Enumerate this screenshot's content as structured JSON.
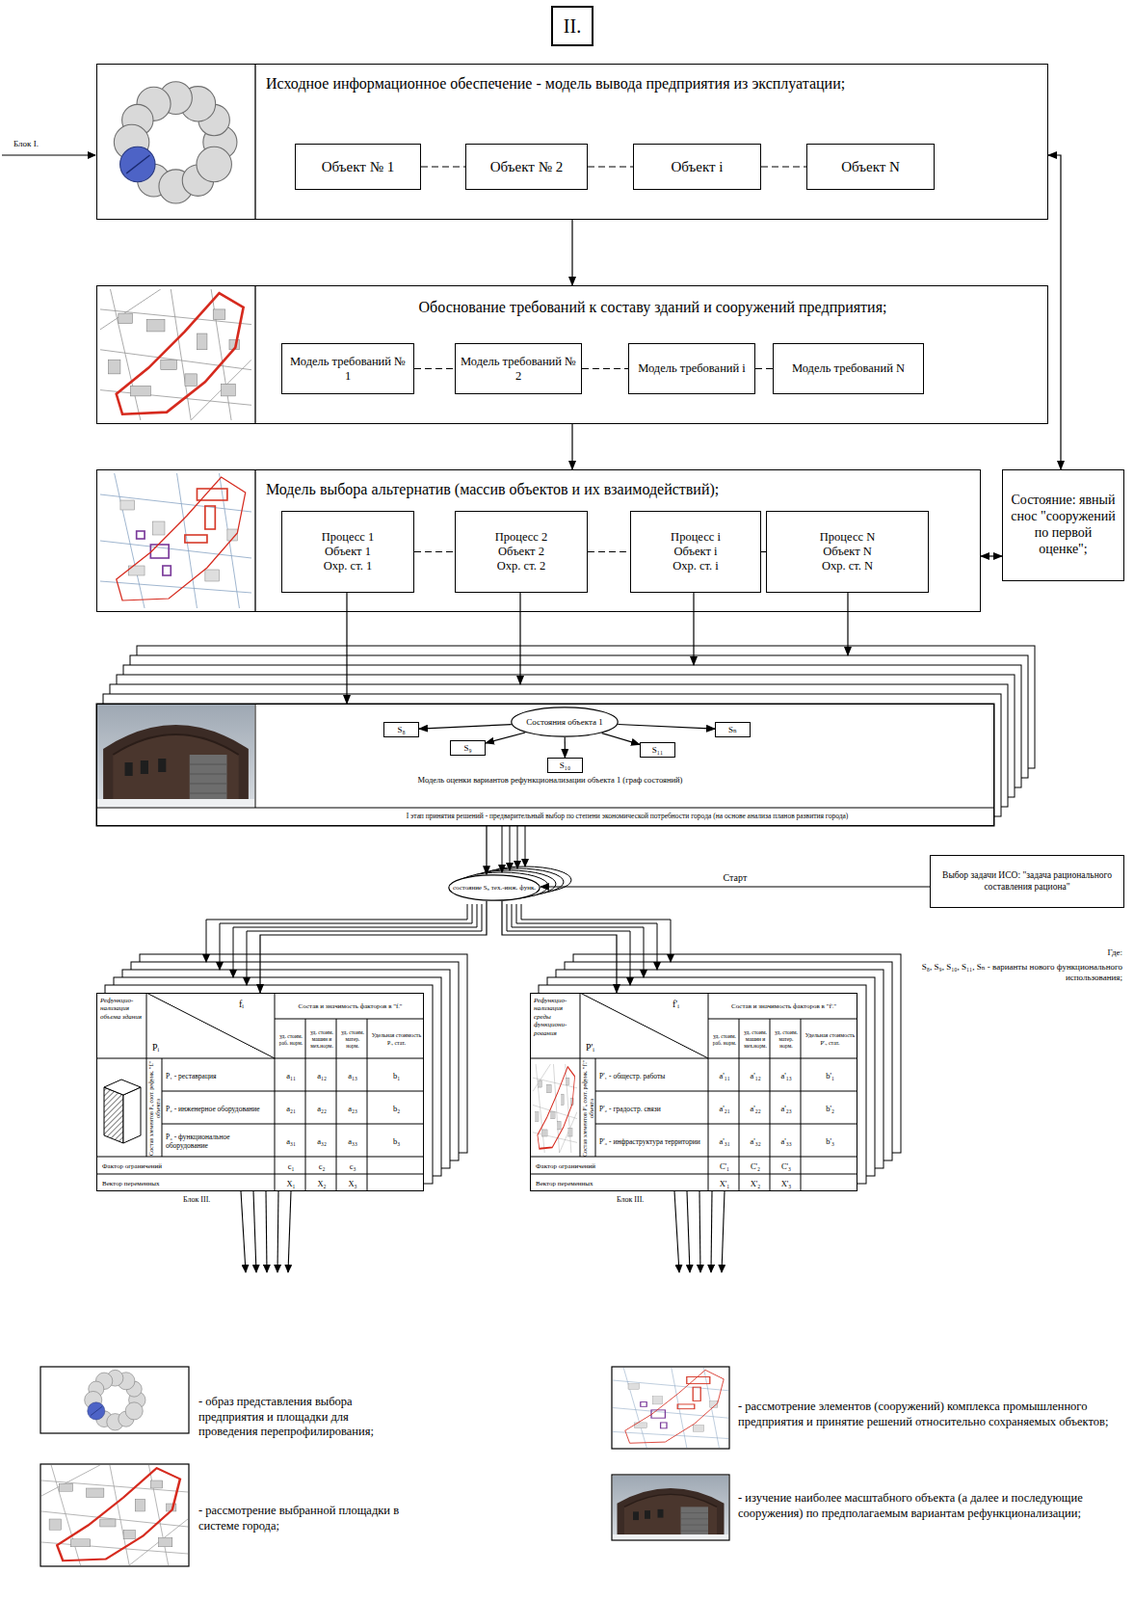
{
  "diagram": {
    "nodes": [
      {
        "text": [
          "II."
        ]
      },
      {
        "text": [
          "Исходное информационное обеспечение - модель вывода предприятия из эксплуатации;"
        ]
      },
      {
        "text": [
          "Объект № 1"
        ],
        "in": 1
      },
      {
        "text": [
          "Объект № 2"
        ],
        "in": 1
      },
      {
        "text": [
          "Объект i"
        ],
        "in": 1
      },
      {
        "text": [
          "Объект N"
        ],
        "in": 1
      },
      {
        "text": [
          "Обоснование требований к составу зданий и сооружений предприятия;"
        ]
      },
      {
        "text": [
          "Модель требований № 1"
        ],
        "in": 6
      },
      {
        "text": [
          "Модель требований № 2"
        ],
        "in": 6
      },
      {
        "text": [
          "Модель требований i"
        ],
        "in": 6
      },
      {
        "text": [
          "Модель требований N"
        ],
        "in": 6
      },
      {
        "text": [
          "Модель выбора альтернатив (массив объектов и их взаимодействий);"
        ]
      },
      {
        "text": [
          "Процесс 1",
          "Объект 1",
          "Охр. ст. 1"
        ],
        "in": 11
      },
      {
        "text": [
          "Процесс 2",
          "Объект 2",
          "Охр. ст. 2"
        ],
        "in": 11
      },
      {
        "text": [
          "Процесс i",
          "Объект i",
          "Охр. ст. i"
        ],
        "in": 11
      },
      {
        "text": [
          "Процесс N",
          "Объект N",
          "Охр. ст. N"
        ],
        "in": 11
      },
      {
        "text": [
          "Состояние: явный снос \"сооружений по первой оценке\";"
        ]
      },
      {
        "text": [
          "Модель оценки вариантов рефункционализации объекта 1 (граф состояний)",
          "I этап принятия решений - предварительный выбор по степени экономической потребности города (на основе анализа планов развития города)"
        ]
      },
      {
        "text": [
          "Состояния объекта 1"
        ],
        "in": 17
      },
      {
        "text": [
          "S₈"
        ],
        "in": 17
      },
      {
        "text": [
          "S₉"
        ],
        "in": 17
      },
      {
        "text": [
          "S₁₀"
        ],
        "in": 17
      },
      {
        "text": [
          "S₁₁"
        ],
        "in": 17
      },
      {
        "text": [
          "Sₙ"
        ],
        "in": 17
      },
      {
        "text": [
          "состояние S₈ тех.-инж. функ."
        ]
      },
      {
        "text": [
          "Выбор задачи ИСО: \"задача рационального составления рациона\""
        ]
      },
      {
        "text": [
          "Рефункцио- нализация объема здания"
        ]
      },
      {
        "text": [
          "Рефункцио- нализация среды функциони- рования"
        ]
      }
    ],
    "edges": [
      {
        "from": 1,
        "to": 6,
        "arrow": "to"
      },
      {
        "from": 6,
        "to": 11,
        "arrow": "to"
      },
      {
        "from": 11,
        "to": 16,
        "arrow": "both"
      },
      {
        "from": 16,
        "to": 1,
        "arrow": "both"
      },
      {
        "from": 2,
        "to": 3,
        "arrow": "none"
      },
      {
        "from": 3,
        "to": 4,
        "arrow": "none"
      },
      {
        "from": 4,
        "to": 5,
        "arrow": "none"
      },
      {
        "from": 7,
        "to": 8,
        "arrow": "none"
      },
      {
        "from": 8,
        "to": 9,
        "arrow": "none"
      },
      {
        "from": 9,
        "to": 10,
        "arrow": "none"
      },
      {
        "from": 12,
        "to": 13,
        "arrow": "none"
      },
      {
        "from": 13,
        "to": 14,
        "arrow": "none"
      },
      {
        "from": 14,
        "to": 15,
        "arrow": "none"
      },
      {
        "from": 12,
        "to": 17,
        "arrow": "to"
      },
      {
        "from": 13,
        "to": 17,
        "arrow": "to"
      },
      {
        "from": 14,
        "to": 17,
        "arrow": "to"
      },
      {
        "from": 15,
        "to": 17,
        "arrow": "to"
      },
      {
        "from": 18,
        "to": 19,
        "arrow": "to"
      },
      {
        "from": 18,
        "to": 20,
        "arrow": "to"
      },
      {
        "from": 18,
        "to": 21,
        "arrow": "to"
      },
      {
        "from": 18,
        "to": 22,
        "arrow": "to"
      },
      {
        "from": 18,
        "to": 23,
        "arrow": "to"
      },
      {
        "from": 17,
        "to": 24,
        "arrow": "to"
      },
      {
        "from": 25,
        "to": 24,
        "label": "Старт",
        "arrow": "to"
      },
      {
        "from": 24,
        "to": 26,
        "arrow": "to"
      },
      {
        "from": 24,
        "to": 27,
        "arrow": "to"
      }
    ],
    "labels": [
      "Блок I.",
      "Где:",
      "S₈, S₉, S₁₀, S₁₁, Sₙ - варианты нового функционального использования;",
      "Блок III.",
      "Блок III.",
      "fᵢ",
      "Pᵢ",
      "Состав и значимость факторов в \"fᵢ\"",
      "уд. стоим. раб. норм.",
      "уд. стоим. машин и мех.норм.",
      "уд. стоим. матер. норм.",
      "Удельная стоимость Pᵢ, стат.",
      "Состав элементов Pᵢ, соот. рефунк. \"fᵢ\" объекта",
      "P₁ - реставрация",
      "a₁₁",
      "a₁₂",
      "a₁₃",
      "b₁",
      "P₂ - инженерное оборудование",
      "a₂₁",
      "a₂₂",
      "a₂₃",
      "b₂",
      "P₃ - функциональное оборудование",
      "a₃₁",
      "a₃₂",
      "a₃₃",
      "b₃",
      "Фактор ограничений",
      "c₁",
      "c₂",
      "c₃",
      "Вектор переменных",
      "X₁",
      "X₂",
      "X₃",
      "f'ᵢ",
      "P'ᵢ",
      "Состав и значимость факторов в \"f'ᵢ\"",
      "уд. стоим. раб. норм.",
      "уд. стоим. машин и мех.норм.",
      "уд. стоим. матер. норм.",
      "Удельная стоимость P'ᵢ, стат.",
      "Состав элементов P'ᵢ, соот. рефунк. \"f'ᵢ\" объекта",
      "P'₁ - общестр. работы",
      "a'₁₁",
      "a'₁₂",
      "a'₁₃",
      "b'₁",
      "P'₂ - градостр. связи",
      "a'₂₁",
      "a'₂₂",
      "a'₂₃",
      "b'₂",
      "P'₃ - инфраструктура территории",
      "a'₃₁",
      "a'₃₂",
      "a'₃₃",
      "b'₃",
      "Фактор ограничений",
      "C'₁",
      "C'₂",
      "C'₃",
      "Вектор переменных",
      "X'₁",
      "X'₂",
      "X'₃"
    ],
    "legend": [
      {
        "text": "- образ представления выбора предприятия и площадки для проведения перепрофилирования;"
      },
      {
        "text": "- рассмотрение выбранной площадки в системе города;"
      },
      {
        "text": "- рассмотрение элементов (сооружений) комплекса промышленного предприятия и принятие решений относительно сохраняемых объектов;"
      },
      {
        "text": "- изучение наиболее масштабного объекта (а далее и последующие сооружения) по предполагаемым вариантам рефункционализации;"
      }
    ]
  }
}
